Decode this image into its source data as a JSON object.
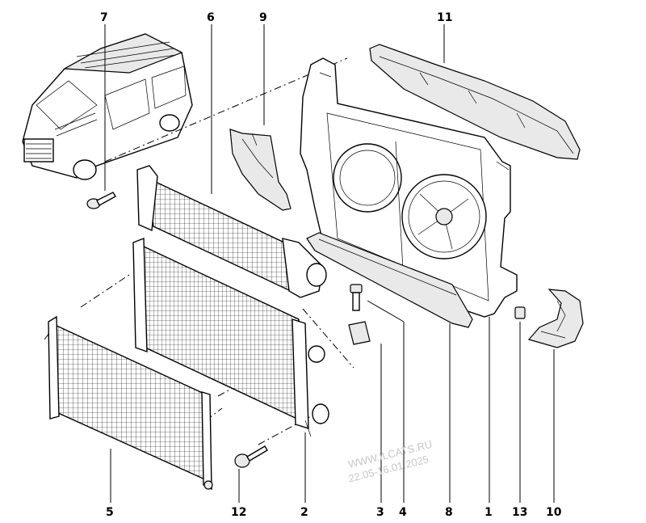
{
  "diagram": {
    "callouts": [
      "7",
      "6",
      "9",
      "11",
      "5",
      "12",
      "2",
      "3",
      "4",
      "8",
      "1",
      "13",
      "10"
    ],
    "watermark": [
      "WWW.ILCATS.RU",
      "22.05-16.01.2025"
    ]
  }
}
